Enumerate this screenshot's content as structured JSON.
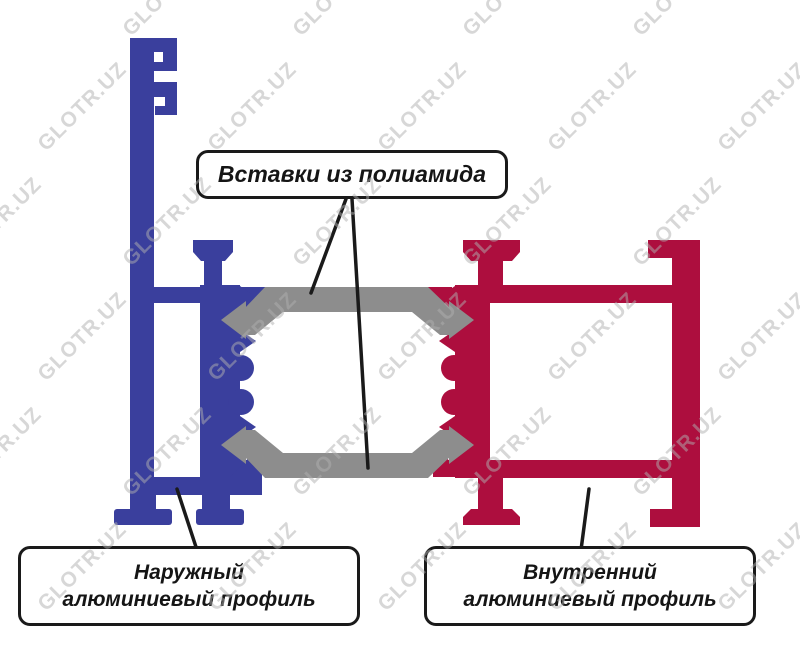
{
  "watermark": {
    "text": "GLOTR.UZ"
  },
  "colors": {
    "outer_profile": "#3a3f9d",
    "inner_profile": "#ad0e3e",
    "polyamide_insert": "#8d8d8d",
    "outline": "#1a1a1a",
    "watermark": "#b0b0b0"
  },
  "labels": {
    "inserts": {
      "text": "Вставки из полиамида"
    },
    "outer": {
      "line1": "Наружный",
      "line2": "алюминиевый профиль"
    },
    "inner": {
      "line1": "Внутренний",
      "line2": "алюминиевый профиль"
    }
  }
}
